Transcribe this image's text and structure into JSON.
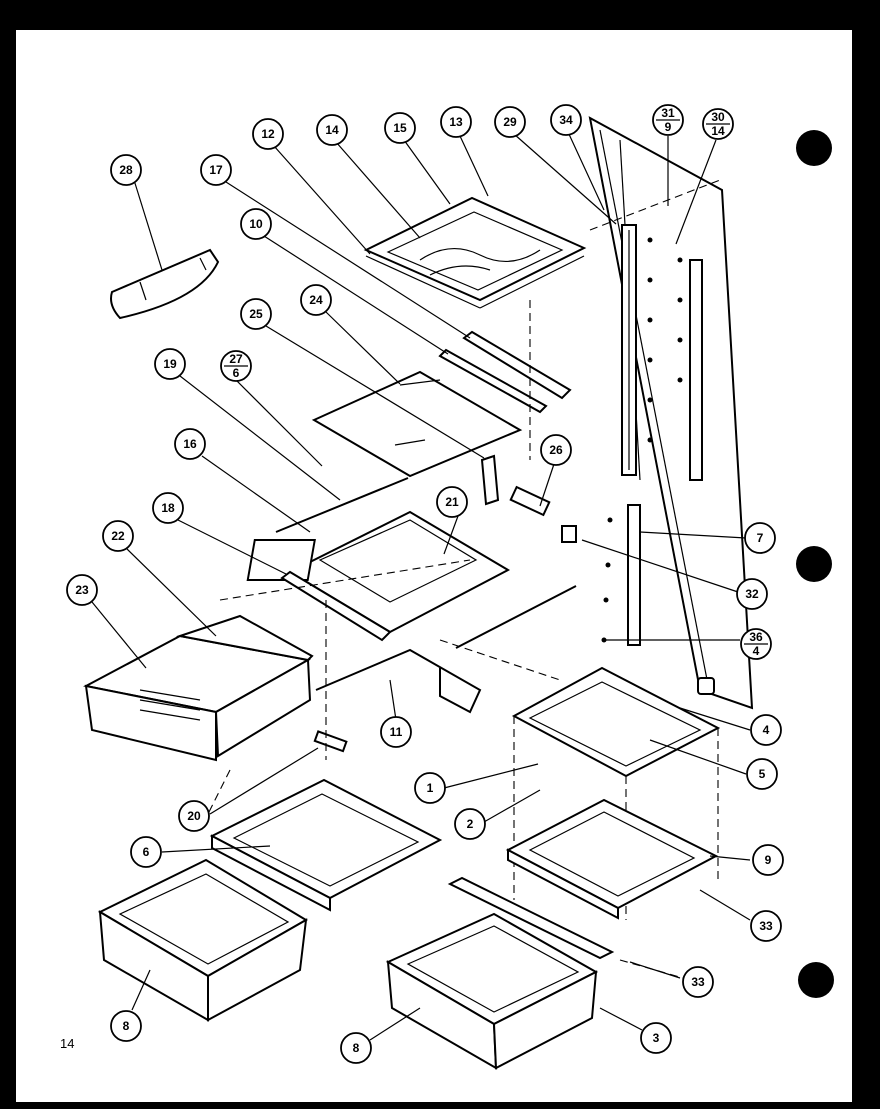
{
  "page": {
    "page_number": "14"
  },
  "diagram": {
    "callouts": [
      {
        "id": "c28",
        "label": "28"
      },
      {
        "id": "c12",
        "label": "12"
      },
      {
        "id": "c14a",
        "label": "14"
      },
      {
        "id": "c15",
        "label": "15"
      },
      {
        "id": "c13",
        "label": "13"
      },
      {
        "id": "c29",
        "label": "29"
      },
      {
        "id": "c34",
        "label": "34"
      },
      {
        "id": "c17",
        "label": "17"
      },
      {
        "id": "c10",
        "label": "10"
      },
      {
        "id": "c25",
        "label": "25"
      },
      {
        "id": "c24",
        "label": "24"
      },
      {
        "id": "c19",
        "label": "19"
      },
      {
        "id": "c16",
        "label": "16"
      },
      {
        "id": "c18",
        "label": "18"
      },
      {
        "id": "c21",
        "label": "21"
      },
      {
        "id": "c26",
        "label": "26"
      },
      {
        "id": "c22",
        "label": "22"
      },
      {
        "id": "c23",
        "label": "23"
      },
      {
        "id": "c11",
        "label": "11"
      },
      {
        "id": "c7",
        "label": "7"
      },
      {
        "id": "c32",
        "label": "32"
      },
      {
        "id": "c4",
        "label": "4"
      },
      {
        "id": "c5",
        "label": "5"
      },
      {
        "id": "c1",
        "label": "1"
      },
      {
        "id": "c2",
        "label": "2"
      },
      {
        "id": "c20",
        "label": "20"
      },
      {
        "id": "c6",
        "label": "6"
      },
      {
        "id": "c9",
        "label": "9"
      },
      {
        "id": "c33a",
        "label": "33"
      },
      {
        "id": "c33b",
        "label": "33"
      },
      {
        "id": "c8a",
        "label": "8"
      },
      {
        "id": "c8b",
        "label": "8"
      },
      {
        "id": "c3",
        "label": "3"
      }
    ],
    "fraction_callouts": [
      {
        "id": "f31",
        "top": "31",
        "bottom": "9"
      },
      {
        "id": "f30",
        "top": "30",
        "bottom": "14"
      },
      {
        "id": "f27",
        "top": "27",
        "bottom": "6"
      },
      {
        "id": "f36",
        "top": "36",
        "bottom": "4"
      }
    ]
  }
}
